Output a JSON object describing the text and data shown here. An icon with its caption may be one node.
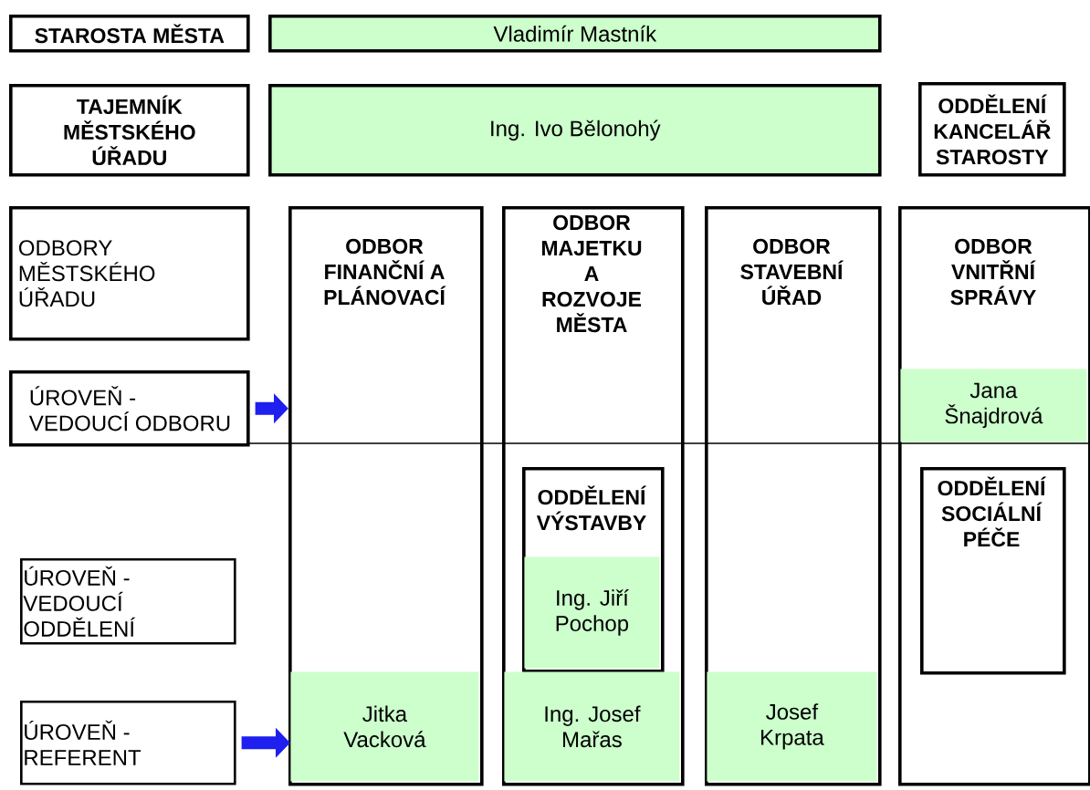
{
  "diagram": {
    "nodes": [
      {
        "text": [
          "STAROSTA MĚSTA"
        ]
      },
      {
        "text": [
          "Vladimír Mastník"
        ]
      },
      {
        "text": [
          "TAJEMNÍK MĚSTSKÉHO ÚŘADU"
        ]
      },
      {
        "text": [
          "Ing. Ivo Bělonohý"
        ]
      },
      {
        "text": [
          "ODDĚLENÍ KANCELÁŘ STAROSTY"
        ]
      },
      {
        "text": [
          "ODBORY MĚSTSKÉHO ÚŘADU"
        ]
      },
      {
        "text": [
          "ODBOR FINANČNÍ A PLÁNOVACÍ"
        ]
      },
      {
        "text": [
          "ODBOR MAJETKU A ROZVOJE MĚSTA"
        ]
      },
      {
        "text": [
          "ODBOR STAVEBNÍ ÚŘAD"
        ]
      },
      {
        "text": [
          "ODBOR VNITŘNÍ SPRÁVY"
        ]
      },
      {
        "text": [
          "ÚROVEŇ - VEDOUCÍ ODBORU"
        ]
      },
      {
        "text": [
          "Jana Šnajdrová"
        ],
        "in": 9
      },
      {
        "text": [
          "ODDĚLENÍ VÝSTAVBY"
        ],
        "in": 7
      },
      {
        "text": [
          "Ing. Jiří Pochop"
        ],
        "in": 12
      },
      {
        "text": [
          "ODDĚLENÍ SOCIÁLNÍ PÉČE"
        ],
        "in": 9
      },
      {
        "text": [
          "ÚROVEŇ - VEDOUCÍ ODDĚLENÍ"
        ]
      },
      {
        "text": [
          "ÚROVEŇ - REFERENT"
        ]
      },
      {
        "text": [
          "Jitka Vacková"
        ],
        "in": 6
      },
      {
        "text": [
          "Ing. Josef Mařas"
        ],
        "in": 7
      },
      {
        "text": [
          "Josef Krpata"
        ],
        "in": 8
      }
    ],
    "edges": [
      {
        "from": 10,
        "to": 6,
        "arrow": "to"
      },
      {
        "from": 16,
        "to": 17,
        "arrow": "to"
      }
    ]
  }
}
